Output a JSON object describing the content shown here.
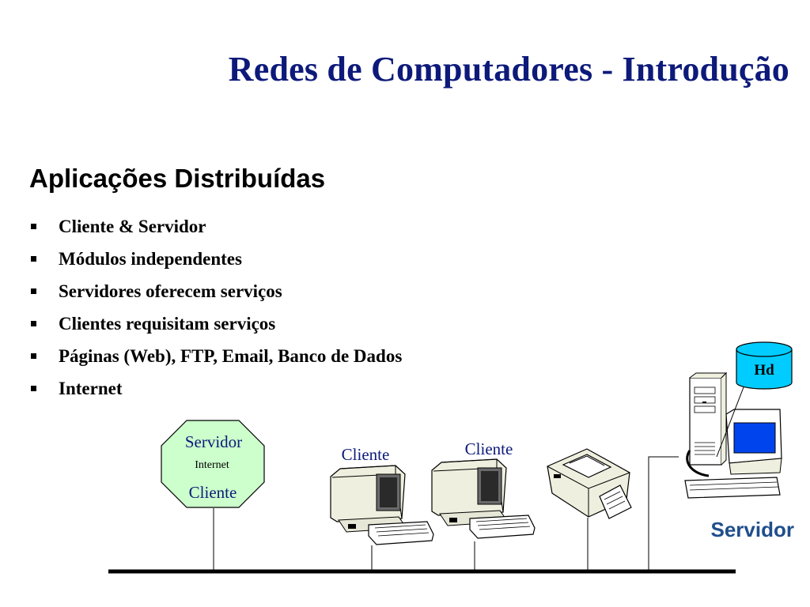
{
  "slide": {
    "title": "Redes de Computadores - Introdução",
    "subtitle": "Aplicações Distribuídas",
    "bullets": [
      "Cliente & Servidor",
      "Módulos independentes",
      "Servidores oferecem serviços",
      "Clientes requisitam serviços",
      "Páginas (Web), FTP, Email, Banco de Dados",
      "Internet"
    ]
  },
  "diagram": {
    "octagon_top": "Servidor",
    "octagon_middle": "Internet",
    "octagon_bottom": "Cliente",
    "client_1": "Cliente",
    "client_2": "Cliente",
    "database": "Hd",
    "server": "Servidor"
  },
  "colors": {
    "title": "#0d1a7a",
    "octagon_fill": "#ccffcc",
    "octagon_text": "#0d1a7a",
    "client_label": "#0d1a7a",
    "database_fill": "#00ccff",
    "server_screen": "#0044ee",
    "server_label": "#1f4e8c",
    "device_beige": "#efefdf"
  },
  "icons": [
    "network-bus",
    "octagon-node",
    "client-computer-icon",
    "printer-icon",
    "server-tower-icon",
    "database-cylinder-icon"
  ]
}
